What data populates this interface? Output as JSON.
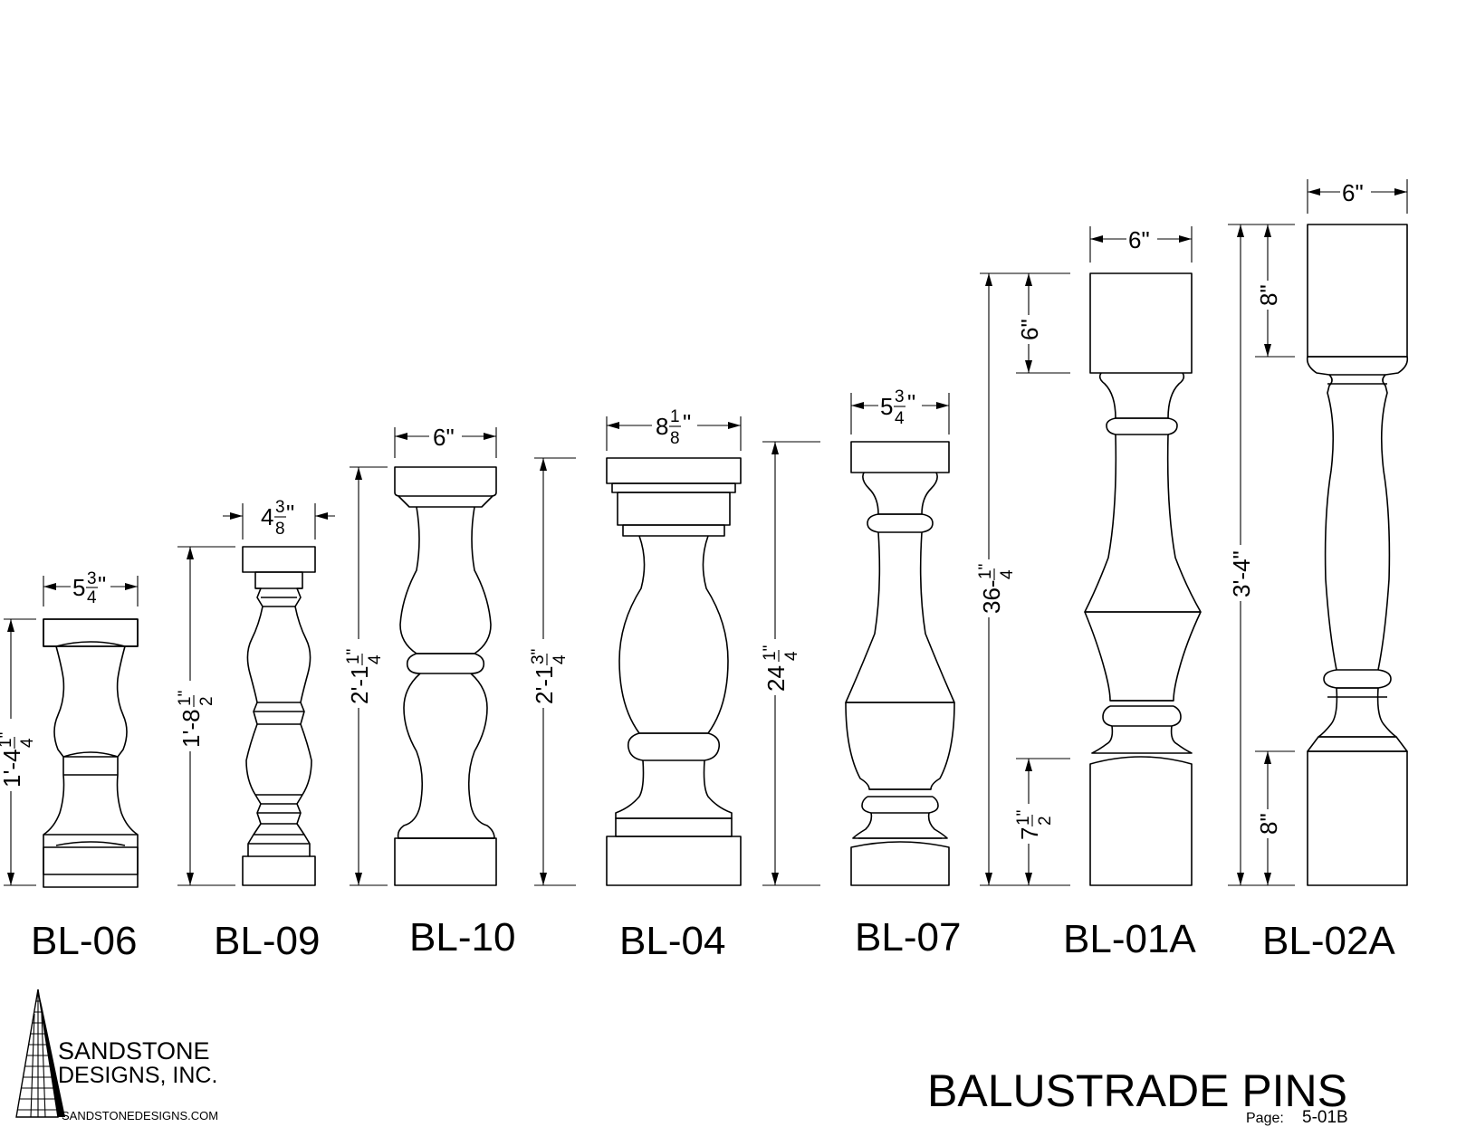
{
  "sheet": {
    "title": "BALUSTRADE PINS",
    "page_label": "Page:",
    "page_value": "5-01B"
  },
  "logo": {
    "line1": "SANDSTONE",
    "line2": "DESIGNS, INC.",
    "url": "SANDSTONEDESIGNS.COM"
  },
  "balusters": [
    {
      "id": "bl-06",
      "name": "BL-06",
      "width_whole": "5",
      "width_num": "3",
      "width_den": "4",
      "width_suffix": "\"",
      "height_whole": "1'-4",
      "height_num": "1\"",
      "height_den": "4"
    },
    {
      "id": "bl-09",
      "name": "BL-09",
      "width_whole": "4",
      "width_num": "3",
      "width_den": "8",
      "width_suffix": "\"",
      "height_whole": "1'-8",
      "height_num": "1\"",
      "height_den": "2"
    },
    {
      "id": "bl-10",
      "name": "BL-10",
      "width_text": "6\"",
      "height_whole": "2'-1",
      "height_num": "1\"",
      "height_den": "4"
    },
    {
      "id": "bl-04",
      "name": "BL-04",
      "width_whole": "8",
      "width_num": "1",
      "width_den": "8",
      "width_suffix": "\"",
      "height_whole": "2'-1",
      "height_num": "3\"",
      "height_den": "4"
    },
    {
      "id": "bl-07",
      "name": "BL-07",
      "width_whole": "5",
      "width_num": "3",
      "width_den": "4",
      "width_suffix": "\"",
      "height_whole": "24",
      "height_num": "1\"",
      "height_den": "4"
    },
    {
      "id": "bl-01a",
      "name": "BL-01A",
      "width_text": "6\"",
      "height_whole": "36-",
      "height_num": "1\"",
      "height_den": "4",
      "top_block_text": "6\"",
      "bottom_block_whole": "7",
      "bottom_block_num": "1\"",
      "bottom_block_den": "2"
    },
    {
      "id": "bl-02a",
      "name": "BL-02A",
      "width_text": "6\"",
      "height_text": "3'-4\"",
      "top_block_text": "8\"",
      "bottom_block_text": "8\""
    }
  ]
}
